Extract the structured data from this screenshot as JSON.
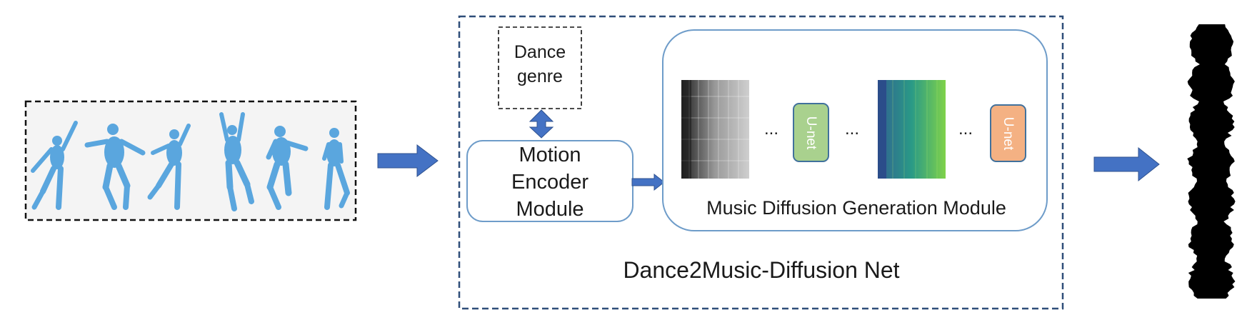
{
  "diagram": {
    "blocks": {
      "dance_genre": "Dance\ngenre",
      "motion_encoder": "Motion\nEncoder\nModule",
      "unet_1": "U-net",
      "unet_2": "U-net",
      "music_diffusion": "Music Diffusion Generation Module",
      "net_name": "Dance2Music-Diffusion Net"
    },
    "ellipses": [
      "...",
      "...",
      "..."
    ]
  },
  "colors": {
    "arrow_blue": "#4472C4",
    "box_border_blue": "#6E9CC9",
    "dash_border_navy": "#2F4E79",
    "figure_blue": "#5AA6DE",
    "unet_green": "#A9D18E",
    "unet_orange": "#F4B183",
    "unet_border": "#41719C",
    "text": "#1a1a1a"
  }
}
